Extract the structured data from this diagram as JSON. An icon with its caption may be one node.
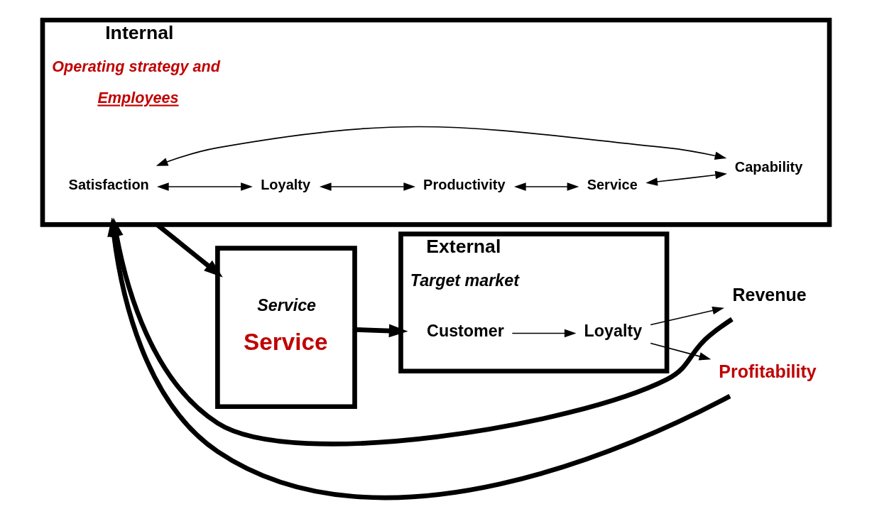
{
  "diagram": {
    "nodes": [
      {
        "text": [
          "Internal",
          "Operating strategy and",
          "Employees"
        ]
      },
      {
        "text": [
          "Satisfaction"
        ],
        "in": 0
      },
      {
        "text": [
          "Loyalty"
        ],
        "in": 0
      },
      {
        "text": [
          "Productivity"
        ],
        "in": 0
      },
      {
        "text": [
          "Service"
        ],
        "in": 0
      },
      {
        "text": [
          "Capability"
        ],
        "in": 0
      },
      {
        "text": [
          "Service",
          "Service"
        ]
      },
      {
        "text": [
          "External",
          "Target market"
        ]
      },
      {
        "text": [
          "Customer"
        ],
        "in": 7
      },
      {
        "text": [
          "Loyalty"
        ],
        "in": 7
      },
      {
        "text": [
          "Revenue"
        ]
      },
      {
        "text": [
          "Profitability"
        ]
      }
    ],
    "edges": [
      {
        "from": 1,
        "to": 2,
        "arrow": "both"
      },
      {
        "from": 2,
        "to": 3,
        "arrow": "both"
      },
      {
        "from": 3,
        "to": 4,
        "arrow": "both"
      },
      {
        "from": 4,
        "to": 5,
        "arrow": "both"
      },
      {
        "from": 5,
        "to": 1,
        "arrow": "both"
      },
      {
        "from": 0,
        "to": 6,
        "arrow": "to",
        "style": "thick"
      },
      {
        "from": 6,
        "to": 7,
        "arrow": "to",
        "style": "thick"
      },
      {
        "from": 8,
        "to": 9,
        "arrow": "to"
      },
      {
        "from": 9,
        "to": 10,
        "arrow": "to"
      },
      {
        "from": 9,
        "to": 11,
        "arrow": "to"
      },
      {
        "from": 10,
        "to": 0,
        "arrow": "to",
        "style": "thick"
      },
      {
        "from": 11,
        "to": 0,
        "arrow": "to",
        "style": "thick"
      }
    ]
  }
}
